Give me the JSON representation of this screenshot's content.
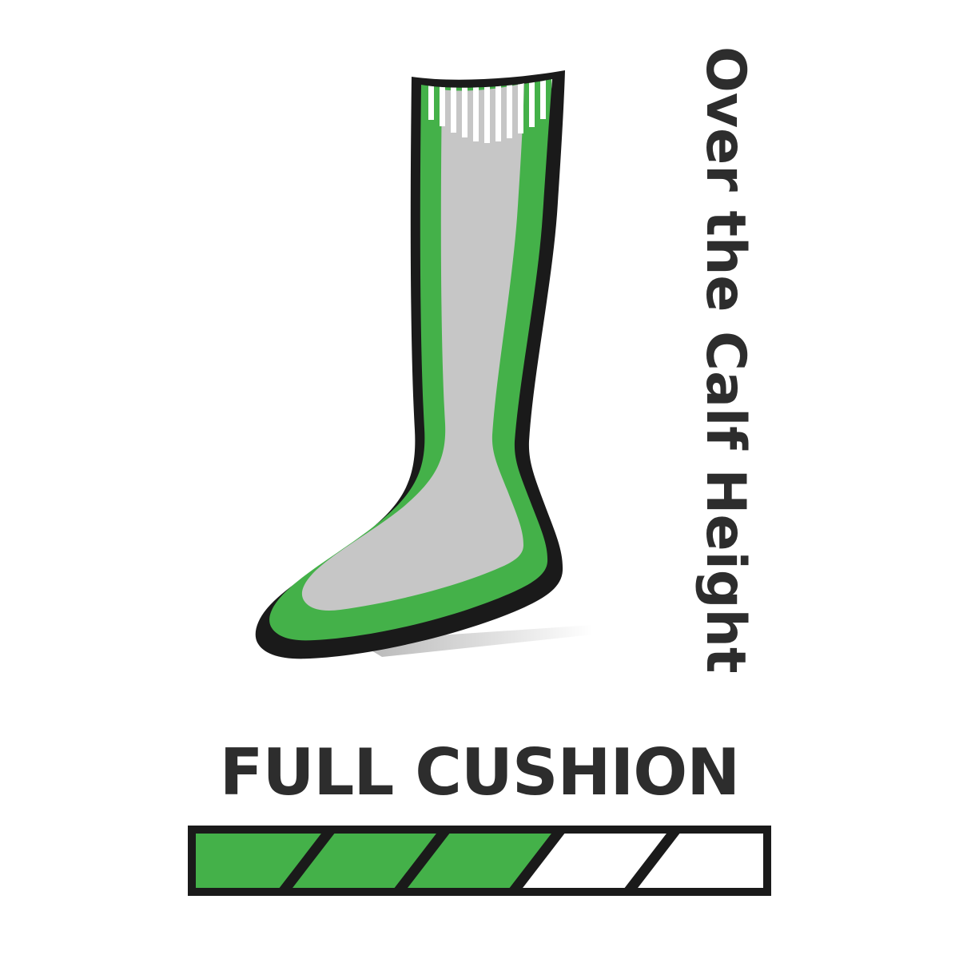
{
  "colors": {
    "green": "#44B149",
    "gray": "#C6C6C6",
    "outline": "#1A1A1A",
    "text": "#2D2D2D",
    "white": "#FFFFFF"
  },
  "labels": {
    "height": "Over the Calf Height",
    "cushion": "FULL CUSHION"
  },
  "meter": {
    "segments_total": 5,
    "segments_filled": 3,
    "fill_color": "#44B149",
    "empty_color": "#FFFFFF",
    "divider_color": "#1A1A1A"
  },
  "illustration": {
    "name": "over-the-calf-sock",
    "sock_color": "#44B149",
    "inner_color": "#C6C6C6",
    "cuff_color": "#FFFFFF"
  }
}
